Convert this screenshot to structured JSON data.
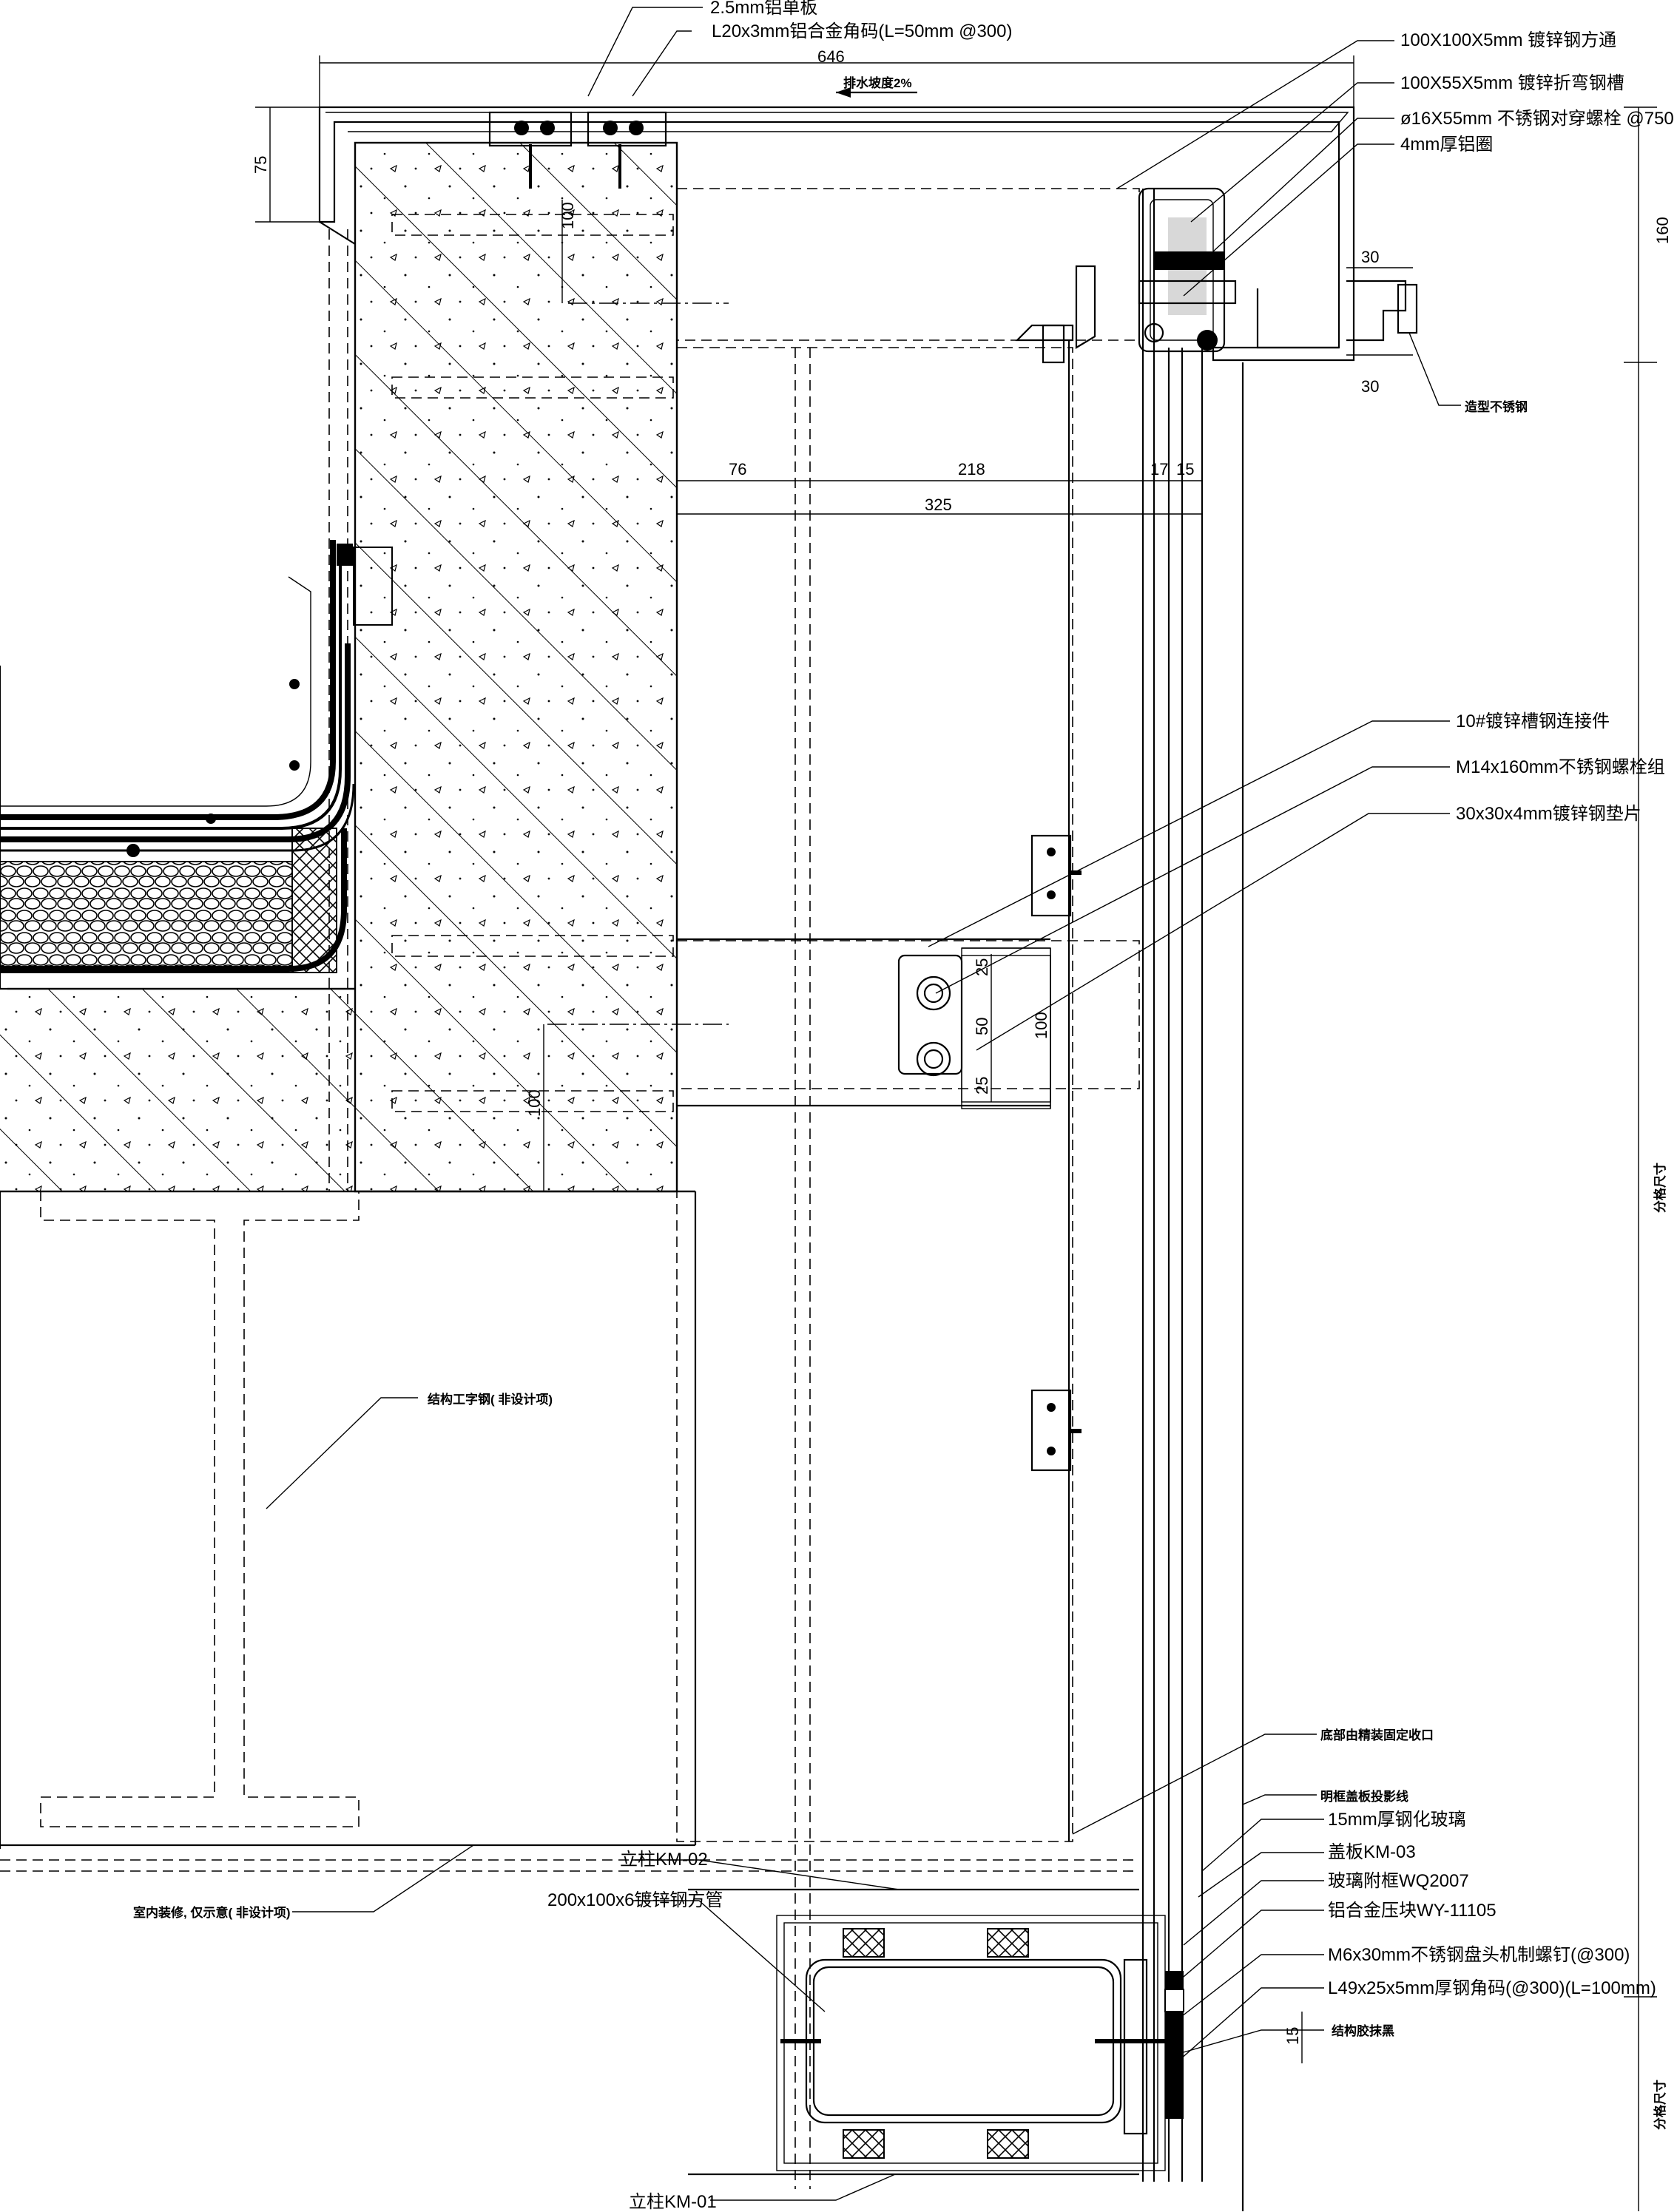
{
  "labels_top": {
    "al_panel": "2.5mm铝单板",
    "angle_code": "L20x3mm铝合金角码(L=50mm @300)",
    "slope": "排水坡度2%",
    "steel_tube": "100X100X5mm 镀锌钢方通",
    "steel_channel": "100X55X5mm 镀锌折弯钢槽",
    "bolt": "ø16X55mm 不锈钢对穿螺栓 @750",
    "al_ring": "4mm厚铝圈",
    "ss_profile": "造型不锈钢"
  },
  "labels_mid": {
    "connector": "10#镀锌槽钢连接件",
    "bolt_group": "M14x160mm不锈钢螺栓组",
    "washer": "30x30x4mm镀锌钢垫片",
    "i_beam": "结构工字钢( 非设计项)"
  },
  "labels_bottom": {
    "base_fix": "底部由精装固定收口",
    "shadow_line": "明框盖板投影线",
    "glass": "15mm厚钢化玻璃",
    "cover_plate": "盖板KM-03",
    "glass_frame": "玻璃附框WQ2007",
    "pressure_block": "铝合金压块WY-11105",
    "screw": "M6x30mm不锈钢盘头机制螺钉(@300)",
    "steel_angle": "L49x25x5mm厚钢角码(@300)(L=100mm)",
    "structural_glue": "结构胶抹黑",
    "column_km02": "立柱KM-02",
    "steel_pipe": "200x100x6镀锌钢方管",
    "interior": "室内装修, 仅示意( 非设计项)",
    "column_km01": "立柱KM-01"
  },
  "dimensions": {
    "d646": "646",
    "d75": "75",
    "d100a": "100",
    "d160": "160",
    "d30a": "30",
    "d30b": "30",
    "d76": "76",
    "d218": "218",
    "d17": "17",
    "d15a": "15",
    "d325": "325",
    "d25a": "25",
    "d50": "50",
    "d25b": "25",
    "d100b": "100",
    "d100c": "100",
    "d15b": "15",
    "split_a": "分格尺寸",
    "split_b": "分格尺寸"
  }
}
